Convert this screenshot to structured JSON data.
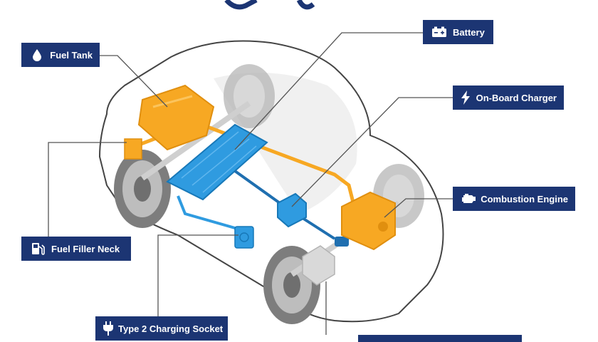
{
  "labels": {
    "fuel_tank": "Fuel Tank",
    "battery": "Battery",
    "on_board_charger": "On-Board Charger",
    "combustion_engine": "Combustion Engine",
    "fuel_filler_neck": "Fuel Filler Neck",
    "type2_socket": "Type 2 Charging Socket",
    "bottom_label": ""
  },
  "icons": {
    "fuel_tank": "droplet-icon",
    "battery": "battery-icon",
    "on_board_charger": "lightning-icon",
    "combustion_engine": "engine-icon",
    "fuel_filler_neck": "fuel-pump-icon",
    "type2_socket": "plug-icon"
  },
  "colors": {
    "label_bg": "#1c3573",
    "label_text": "#ffffff",
    "fuel_orange": "#f7a823",
    "battery_blue": "#2f9be0",
    "line_grey": "#555555",
    "wheel_grey": "#8c8c8c"
  }
}
